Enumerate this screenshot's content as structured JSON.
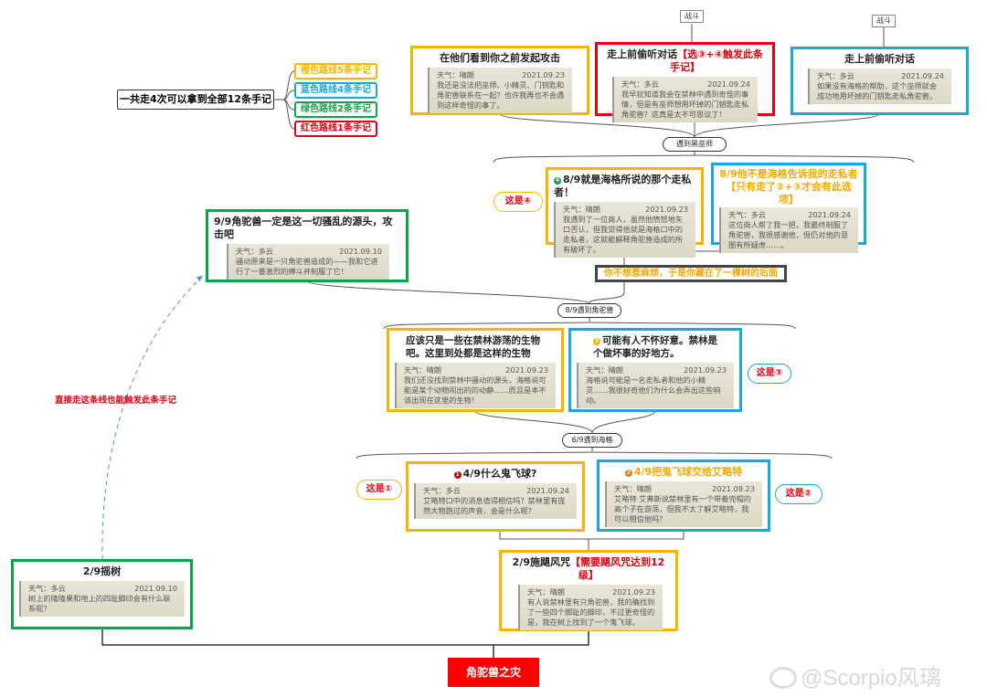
{
  "summary": {
    "title": "一共走4次可以拿到全部12条手记",
    "legend": [
      {
        "label": "橙色路线5条手记",
        "color": "#f7b500"
      },
      {
        "label": "蓝色路线4条手记",
        "color": "#1aa7e0"
      },
      {
        "label": "绿色路线2条手记",
        "color": "#13a24a"
      },
      {
        "label": "红色路线1条手记",
        "color": "#e60012"
      }
    ]
  },
  "tags": {
    "battle1": "战斗",
    "battle2": "战斗"
  },
  "nodes": {
    "dark_wizard": "遇到黑巫师",
    "unicorn": "8/9遇到角驼兽",
    "hagrid": "6/9遇到海格",
    "final": "角驼兽之灾"
  },
  "hide_box": "你不想惹麻烦，于是你藏在了一棵树的后面",
  "shortcut_note": "直接走这条线也能触发此条手记",
  "bubbles": {
    "b4": "这是④",
    "b3": "这是③",
    "b1": "这是①",
    "b2": "这是②"
  },
  "cards": {
    "attack": {
      "title": "在他们看到你之前发起攻击",
      "weather": "天气：晴朗",
      "date": "2021.09.23",
      "text": "我还是没法把巫师、小精灵、门钥匙和角驼兽联系在一起？也许我再也不会遇到这样奇怪的事了。"
    },
    "eavesdrop_red": {
      "title": "走上前偷听对话",
      "note": "【选③+④触发此条手记】",
      "weather": "天气：多云",
      "date": "2021.09.24",
      "text": "我早就知道我会在禁林中遇到奇怪的事情，但是有巫师想用坏掉的门钥匙走私角驼兽？这真是太不可思议了！"
    },
    "eavesdrop_blue": {
      "title": "走上前偷听对话",
      "weather": "天气：多云",
      "date": "2021.09.24",
      "text": "如果没有海格的帮助，这个巫师就会成功地用坏掉的门钥匙走私角驼兽。"
    },
    "smuggler": {
      "marker": "4",
      "title": "8/9就是海格所说的那个走私者！",
      "weather": "天气：晴朗",
      "date": "2021.09.23",
      "text": "我遇到了一位商人，虽然他愤怒地矢口否认，但我觉得他就是海格口中的走私者，这就能解释角驼兽造成的所有破坏了。"
    },
    "not_smuggler": {
      "title": "8/9他不是海格告诉我的走私者",
      "note": "【只有走了②+③才会有此选项】",
      "weather": "天气：多云",
      "date": "2021.09.24",
      "text": "这位商人帮了我一把，我最终制服了角驼兽，我很感谢他，但仍对他的意图有所疑虑……。"
    },
    "attack_unicorn": {
      "title": "9/9角驼兽一定是这一切骚乱的源头，攻击吧",
      "weather": "天气：多云",
      "date": "2021.09.10",
      "text": "骚动原来是一只角驼兽造成的——我和它进行了一番激烈的搏斗并制服了它！"
    },
    "creatures": {
      "title": "应该只是一些在禁林游荡的生物吧。这里到处都是这样的生物",
      "weather": "天气：晴朗",
      "date": "2021.09.23",
      "text": "我们还没找到禁林中骚动的源头，海格说可能是某个动物闹出的的动静……而且是本不该出现在这里的生物！"
    },
    "ill_intent": {
      "marker": "3",
      "title": "可能有人不怀好意。禁林是个做坏事的好地方。",
      "weather": "天气：晴朗",
      "date": "2021.09.23",
      "text": "海格说可能是一名走私者和他的小精灵……我很好奇他们为什么会弄出这些响动。"
    },
    "what_bludger": {
      "marker": "1",
      "title": "4/9什么鬼飞球?",
      "weather": "天气：多云",
      "date": "2021.09.24",
      "text": "艾略特口中的消息值得相信吗？禁林里有庞然大物跑过的声音，会是什么呢？"
    },
    "give_bludger": {
      "marker": "2",
      "title": "4/9把鬼飞球交给艾略特",
      "weather": "天气：晴朗",
      "date": "2021.09.23",
      "text": "艾略特·艾弗斯说禁林里有一个带着兜帽的高个子在游荡，但我不太了解艾略特，我可以相信他吗？"
    },
    "cast_spell": {
      "title": "2/9施飓风咒",
      "note": "【需要飓风咒达到12级】",
      "weather": "天气：晴朗",
      "date": "2021.09.23",
      "text": "有人说禁林里有只角驼兽，我的确找到了一些四个脚趾的脚印，不过更奇怪的是，我在树上找到了一个鬼飞球。"
    },
    "shake_tree": {
      "title": "2/9摇树",
      "weather": "天气：多云",
      "date": "2021.09.10",
      "text": "树上的隆隆果和地上的四趾脚印会有什么联系呢？"
    }
  },
  "watermark": "@Scorpio风璃"
}
